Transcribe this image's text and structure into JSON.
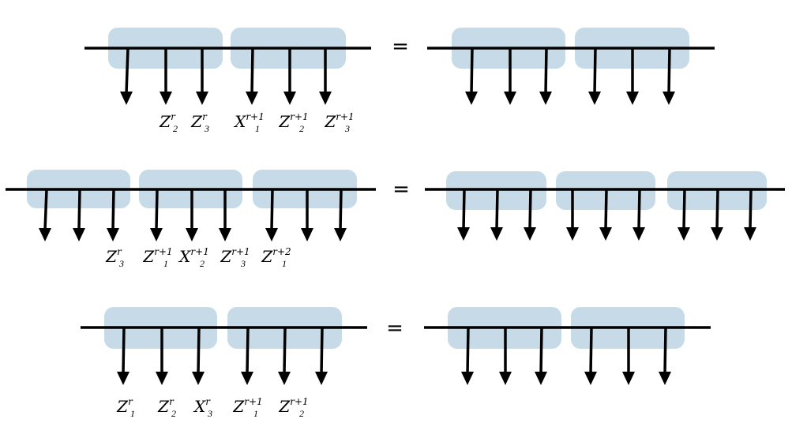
{
  "colors": {
    "block_fill": "#c6dbe7",
    "line": "#000000",
    "background": "#ffffff"
  },
  "equals_sign": "=",
  "rows": [
    {
      "left_labels": [
        {
          "base": "Z",
          "sub": "2",
          "sup": "r"
        },
        {
          "base": "Z",
          "sub": "3",
          "sup": "r"
        },
        {
          "base": "X",
          "sub": "1",
          "sup": "r+1"
        },
        {
          "base": "Z",
          "sub": "2",
          "sup": "r+1"
        },
        {
          "base": "Z",
          "sub": "3",
          "sup": "r+1"
        }
      ]
    },
    {
      "left_labels": [
        {
          "base": "Z",
          "sub": "3",
          "sup": "r"
        },
        {
          "base": "Z",
          "sub": "1",
          "sup": "r+1"
        },
        {
          "base": "X",
          "sub": "2",
          "sup": "r+1"
        },
        {
          "base": "Z",
          "sub": "3",
          "sup": "r+1"
        },
        {
          "base": "Z",
          "sub": "1",
          "sup": "r+2"
        }
      ]
    },
    {
      "left_labels": [
        {
          "base": "Z",
          "sub": "1",
          "sup": "r"
        },
        {
          "base": "Z",
          "sub": "2",
          "sup": "r"
        },
        {
          "base": "X",
          "sub": "3",
          "sup": "r"
        },
        {
          "base": "Z",
          "sub": "1",
          "sup": "r+1"
        },
        {
          "base": "Z",
          "sub": "2",
          "sup": "r+1"
        }
      ]
    }
  ]
}
